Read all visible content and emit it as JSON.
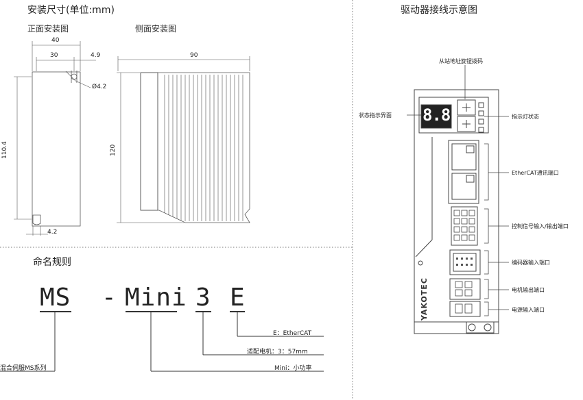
{
  "left": {
    "title": "安装尺寸(单位:mm)",
    "front_title": "正面安装图",
    "side_title": "侧面安装图",
    "dims": {
      "width_40": "40",
      "hole_30": "30",
      "edge_4_9": "4.9",
      "hole_dia": "Ø4.2",
      "height_110_4": "110.4",
      "bottom_4_2": "4.2",
      "depth_90": "90",
      "height_120": "120"
    }
  },
  "naming": {
    "title": "命名规则",
    "parts": [
      "MS",
      "-",
      "Mini",
      "3",
      "E"
    ],
    "labels": {
      "e": "E：EtherCAT",
      "motor": "适配电机：3：57mm",
      "mini": "Mini：小功率",
      "ms": "混合伺服MS系列"
    }
  },
  "right": {
    "title": "驱动器接线示意图",
    "brand": "YAKOTEC",
    "display": "8.8.",
    "labels": {
      "dial": "从站地址旋钮拨码",
      "status_display": "状态指示界面",
      "indicator": "指示灯状态",
      "ethercat": "EtherCAT通讯端口",
      "control": "控制信号输入/输出端口",
      "encoder": "编码器输入端口",
      "motor": "电机输出端口",
      "power": "电源输入端口"
    }
  }
}
